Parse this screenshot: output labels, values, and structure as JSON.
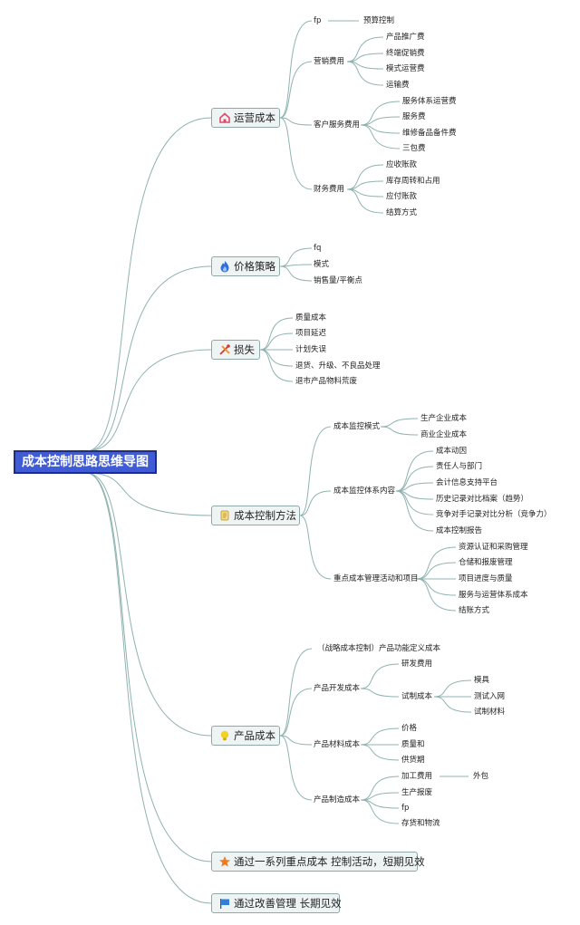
{
  "root": "成本控制思路思维导图",
  "branches": {
    "ops": "运营成本",
    "price": "价格策略",
    "loss": "损失",
    "method": "成本控制方法",
    "product": "产品成本",
    "short": "通过一系列重点成本 控制活动，短期见效",
    "long": "通过改善管理 长期见效"
  },
  "ops": {
    "fp": "fp",
    "budget": "预算控制",
    "marketing": "营销费用",
    "m1": "产品推广费",
    "m2": "终端促销费",
    "m3": "模式运营费",
    "m4": "运输费",
    "service": "客户服务费用",
    "s1": "服务体系运营费",
    "s2": "服务费",
    "s3": "维修备品备件费",
    "s4": "三包费",
    "finance": "财务费用",
    "f1": "应收账款",
    "f2": "库存周转和占用",
    "f3": "应付账款",
    "f4": "结算方式"
  },
  "price": {
    "p1": "fq",
    "p2": "模式",
    "p3": "销售量/平衡点"
  },
  "loss": {
    "l1": "质量成本",
    "l2": "项目延迟",
    "l3": "计划失误",
    "l4": "退货、升级、不良品处理",
    "l5": "退市产品物料荒废"
  },
  "method": {
    "mode": "成本监控模式",
    "mo1": "生产企业成本",
    "mo2": "商业企业成本",
    "content": "成本监控体系内容",
    "c1": "成本动因",
    "c2": "责任人与部门",
    "c3": "会计信息支持平台",
    "c4": "历史记录对比档案（趋势）",
    "c5": "竞争对手记录对比分析（竞争力）",
    "c6": "成本控制报告",
    "key": "重点成本管理活动和项目",
    "k1": "资源认证和采购管理",
    "k2": "仓储和报废管理",
    "k3": "项目进度与质量",
    "k4": "服务与运营体系成本",
    "k5": "结账方式"
  },
  "product": {
    "strategic": "（战略成本控制）产品功能定义成本",
    "dev": "产品开发成本",
    "d1": "研发费用",
    "d2": "试制成本",
    "t1": "模具",
    "t2": "测试入网",
    "t3": "试制材料",
    "material": "产品材料成本",
    "mt1": "价格",
    "mt2": "质量和",
    "mt3": "供货期",
    "mfg": "产品制造成本",
    "g1": "加工费用",
    "g1a": "外包",
    "g2": "生产报废",
    "g3": "fp",
    "g4": "存货和物流"
  },
  "colors": {
    "root_fill": "#3f5bd6",
    "line": "#8fb3b0",
    "branch_fill": "#eef3f3",
    "star": "#f07a20",
    "flag": "#2f7fd8",
    "house": "#e24a6a",
    "flame": "#2f6fe0",
    "bulb": "#f2d21e"
  },
  "icons": {
    "ops": "house-icon",
    "price": "flame-icon",
    "loss": "tools-icon",
    "method": "scroll-icon",
    "product": "lightbulb-icon",
    "short": "star-icon",
    "long": "flag-icon"
  }
}
